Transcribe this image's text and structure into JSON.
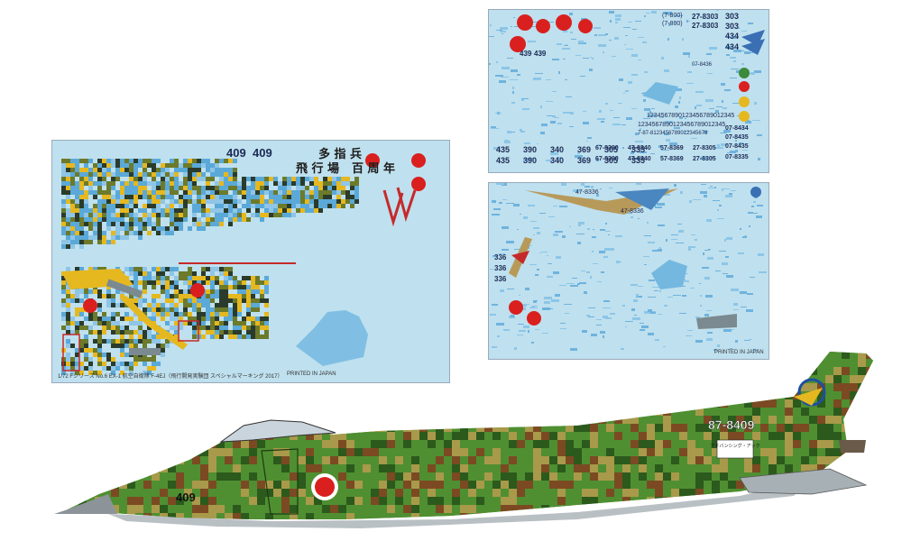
{
  "main_sheet": {
    "numbers_top": [
      "409",
      "409"
    ],
    "kanji_right": "多 指 兵",
    "kanji_left": "飛 行 場",
    "kanji_left2": "百 周 年",
    "footer_title": "1/72 Fシリーズ No.6 EX-1 航空自衛隊 F-4EJ（飛行開発実験団 スペシャルマーキング 2017）",
    "footer_made": "PRINTED IN JAPAN"
  },
  "top_sheet": {
    "numbers_left": [
      "439",
      "439"
    ],
    "numbers_right": [
      "303",
      "303",
      "434",
      "434"
    ],
    "serials": [
      "27-8303",
      "27-8303"
    ],
    "serial_small": [
      "(7-800)",
      "(7-800)",
      "07-8436"
    ],
    "digits_row1": "1234567890123456789012345",
    "digits_row2": "1234567890123456789012345",
    "digits_row3": "7-87-8123456789012345678",
    "number_grid": [
      [
        "435",
        "390",
        "340",
        "369",
        "305",
        "335"
      ],
      [
        "435",
        "390",
        "340",
        "369",
        "305",
        "335"
      ]
    ],
    "serial_grid": [
      [
        "67-8390",
        "47-8340",
        "57-8369",
        "27-8305"
      ],
      [
        "67-8390",
        "47-8340",
        "57-8369",
        "27-8305"
      ]
    ],
    "serial_right": [
      "07-8434",
      "07-8435",
      "07-8435",
      "07-8335"
    ]
  },
  "bottom_sheet": {
    "numbers": [
      "336",
      "336",
      "336"
    ],
    "serials": [
      "47-8336",
      "47-8336"
    ],
    "footer": "PRINTED IN JAPAN"
  },
  "aircraft": {
    "serial_tail": "87-8409",
    "nose_number": "409",
    "badge_text": "アドバンシング・アック",
    "colors": {
      "green": "#4f8f31",
      "dark_green": "#2b5a1c",
      "brown": "#7b4a22",
      "khaki": "#a89a4a",
      "hinomaru": "#d9201f",
      "grey_belly": "#b9c0c4"
    }
  },
  "colors": {
    "sheet_bg": "#bfe0ee",
    "camo_blue": "#5aa9d8",
    "camo_yellow": "#e6b81f",
    "camo_olive": "#6c7a2a",
    "hinomaru": "#d9201f"
  }
}
